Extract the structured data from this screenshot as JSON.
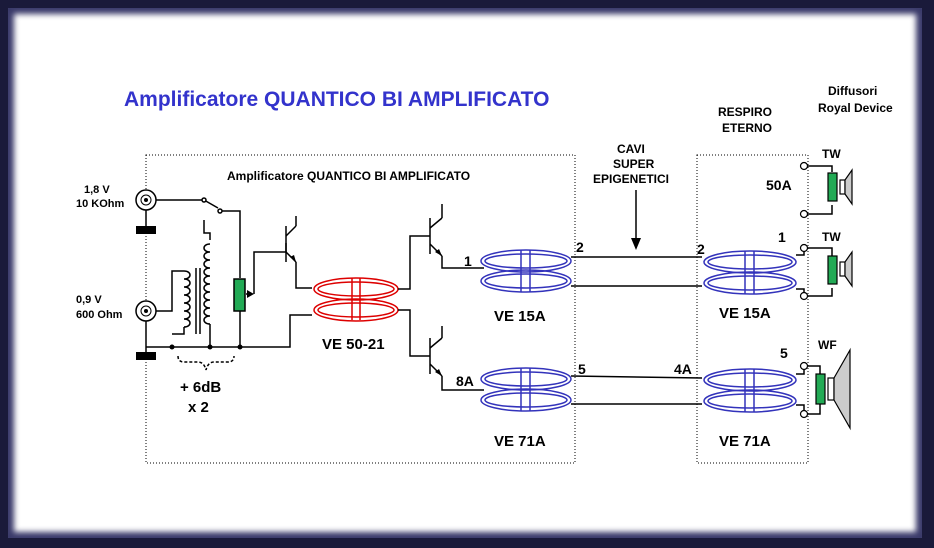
{
  "title": "Amplificatore QUANTICO BI AMPLIFICATO",
  "box_title": "Amplificatore QUANTICO BI AMPLIFICATO",
  "inputs": {
    "in1_line1": "1,8 V",
    "in1_line2": "10 KOhm",
    "in2_line1": "0,9 V",
    "in2_line2": "600 Ohm"
  },
  "gain": {
    "line1": "+ 6dB",
    "line2": "x 2"
  },
  "transformers": {
    "red": "VE 50-21",
    "blue_top": "VE 15A",
    "blue_bottom": "VE 71A",
    "right_top": "VE 15A",
    "right_bottom": "VE 71A"
  },
  "pins": {
    "p1": "1",
    "p2_left": "2",
    "p2_right": "2",
    "p8a": "8A",
    "p5_left": "5",
    "p4a": "4A",
    "p1_right": "1",
    "p5_right": "5"
  },
  "cables": {
    "line1": "CAVI",
    "line2": "SUPER",
    "line3": "EPIGENETICI"
  },
  "respiro": {
    "line1": "RESPIRO",
    "line2": "ETERNO"
  },
  "speakers": {
    "header1": "Diffusori",
    "header2": "Royal Device",
    "tw1": "TW",
    "tw1_value": "50A",
    "tw2": "TW",
    "wf": "WF"
  },
  "colors": {
    "title": "#3333cc",
    "red_transformer": "#dd0000",
    "blue_transformer": "#3333bb",
    "wire": "#000000",
    "potentiometer": "#22aa55"
  }
}
